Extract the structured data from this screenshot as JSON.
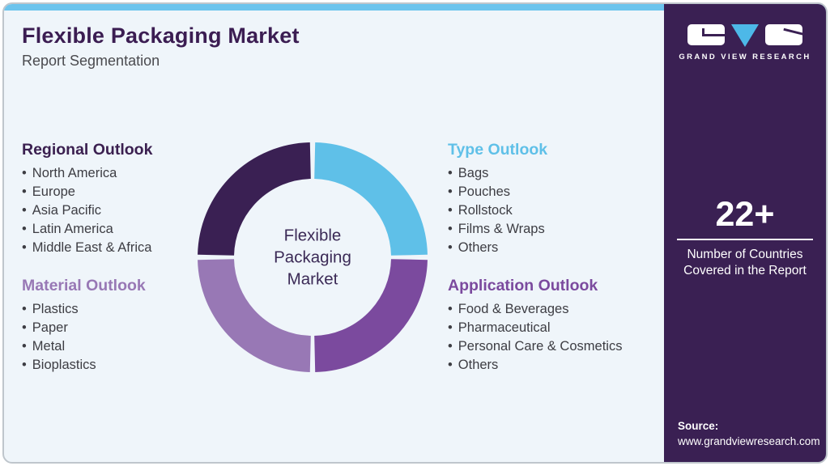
{
  "header": {
    "title": "Flexible Packaging Market",
    "subtitle": "Report Segmentation"
  },
  "sections": {
    "regional": {
      "heading": "Regional Outlook",
      "color": "#3b2050",
      "items": [
        "North America",
        "Europe",
        "Asia Pacific",
        "Latin America",
        "Middle East & Africa"
      ]
    },
    "material": {
      "heading": "Material Outlook",
      "color": "#9878b5",
      "items": [
        "Plastics",
        "Paper",
        "Metal",
        "Bioplastics"
      ]
    },
    "type": {
      "heading": "Type Outlook",
      "color": "#5fc0e8",
      "items": [
        "Bags",
        "Pouches",
        "Rollstock",
        "Films & Wraps",
        "Others"
      ]
    },
    "application": {
      "heading": "Application Outlook",
      "color": "#7b4a9e",
      "items": [
        "Food & Beverages",
        "Pharmaceutical",
        "Personal Care & Cosmetics",
        "Others"
      ]
    }
  },
  "chart_data": {
    "type": "donut",
    "title": "Flexible Packaging Market Report Segmentation",
    "center_label": "Flexible Packaging Market",
    "segments": [
      {
        "label": "Type Outlook",
        "value": 25,
        "color": "#5fc0e8"
      },
      {
        "label": "Application Outlook",
        "value": 25,
        "color": "#7b4a9e"
      },
      {
        "label": "Material Outlook",
        "value": 25,
        "color": "#9878b5"
      },
      {
        "label": "Regional Outlook",
        "value": 25,
        "color": "#3a2053"
      }
    ],
    "start_angle_deg": 0,
    "gap_deg": 2.6,
    "outer_radius": 142,
    "ring_thickness": 45,
    "legend_position": "none"
  },
  "sidebar": {
    "logo": {
      "text": "GRAND VIEW RESEARCH",
      "accent_color": "#4db8e8"
    },
    "stat": {
      "value": "22+",
      "caption": "Number of Countries Covered in the Report"
    },
    "source": {
      "label": "Source:",
      "url": "www.grandviewresearch.com"
    }
  },
  "colors": {
    "accent_bar": "#6cc4ed",
    "sidebar_bg": "#3a2053",
    "card_bg": "#eff5fa",
    "title_text": "#3b1d52",
    "dark_glyph": "#3a2053"
  }
}
